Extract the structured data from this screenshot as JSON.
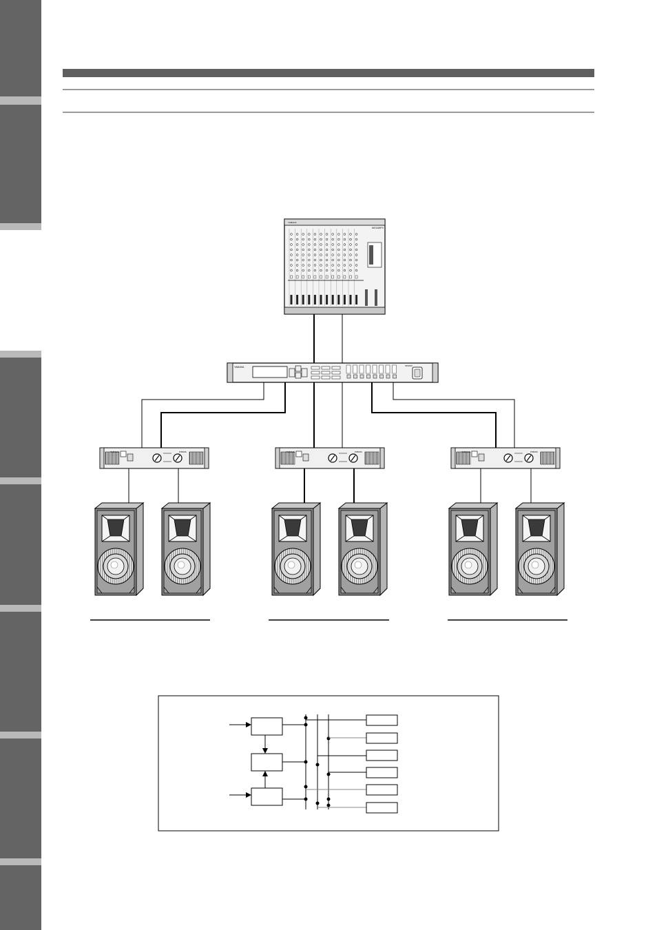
{
  "page": {
    "side_tabs": [
      "",
      "",
      "",
      "",
      "",
      ""
    ]
  },
  "colors": {
    "sidebar": "#646464",
    "sidebar_separator": "#b9b9b9",
    "header_bar": "#5f5f5f",
    "header_rule": "#9a9a9a",
    "line": "#000000"
  },
  "diagram": {
    "devices": {
      "mixer": {
        "model_label": "MG16/6FX",
        "brand": "YAMAHA"
      },
      "processor": {
        "model_label": "SP2060",
        "brand": "YAMAHA"
      },
      "amplifiers": [
        {
          "model_label": "P3500S",
          "brand": "YAMAHA"
        },
        {
          "model_label": "P3500S",
          "brand": "YAMAHA"
        },
        {
          "model_label": "P3500S",
          "brand": "YAMAHA"
        }
      ],
      "speaker_pairs": [
        {
          "label": ""
        },
        {
          "label": ""
        },
        {
          "label": ""
        }
      ]
    },
    "block_diagram": {
      "inputs": [
        "",
        ""
      ],
      "blocks": [
        "",
        "",
        ""
      ],
      "outputs": [
        "",
        "",
        "",
        "",
        "",
        ""
      ]
    }
  }
}
